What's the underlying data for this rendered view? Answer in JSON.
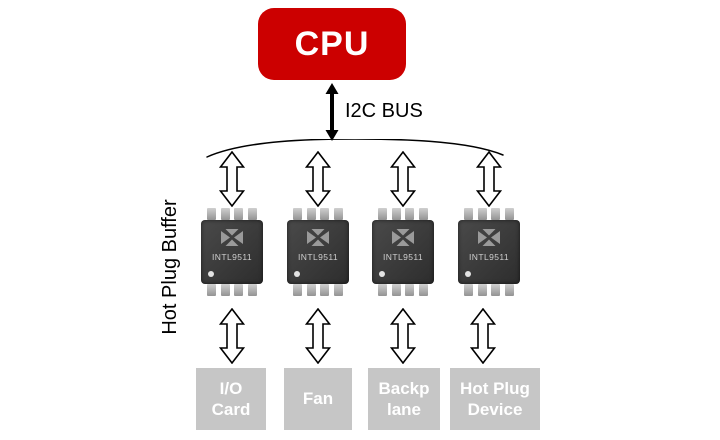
{
  "diagram": {
    "cpu": {
      "label": "CPU"
    },
    "bus": {
      "label": "I2C BUS"
    },
    "buffer_group": {
      "label": "Hot Plug Buffer"
    },
    "chips": [
      {
        "label": "INTL9511"
      },
      {
        "label": "INTL9511"
      },
      {
        "label": "INTL9511"
      },
      {
        "label": "INTL9511"
      }
    ],
    "devices": [
      {
        "label": "I/O\nCard"
      },
      {
        "label": "Fan"
      },
      {
        "label": "Backp\nlane"
      },
      {
        "label": "Hot Plug\nDevice"
      }
    ],
    "colors": {
      "cpu_bg": "#cc0000",
      "device_bg": "#c6c6c6",
      "chip_body": "#3a3a3a",
      "chip_pin": "#b5b5b5",
      "arrow_fill": "#ffffff",
      "arrow_stroke": "#000000"
    }
  }
}
